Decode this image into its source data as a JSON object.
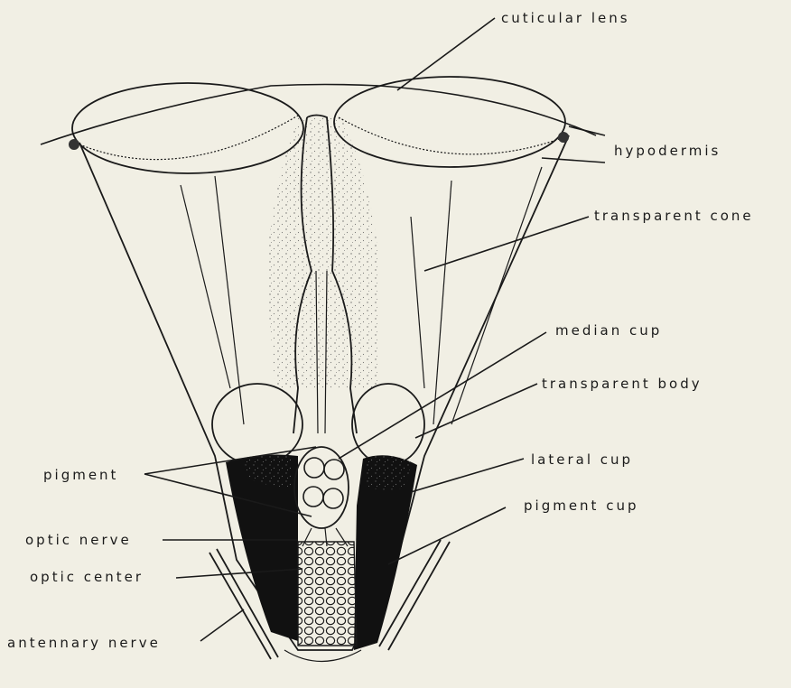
{
  "labels": {
    "cuticular_lens": "cuticular lens",
    "hypodermis": "hypodermis",
    "transparent_cone": "transparent cone",
    "median_cup": "median cup",
    "transparent_body": "transparent body",
    "lateral_cup": "lateral cup",
    "pigment_cup": "pigment cup",
    "pigment": "pigment",
    "optic_nerve": "optic nerve",
    "optic_center": "optic center",
    "antennary_nerve": "antennary nerve"
  },
  "colors": {
    "background": "#f1efe4",
    "ink": "#1a1a1a",
    "pigment": "#111111"
  }
}
